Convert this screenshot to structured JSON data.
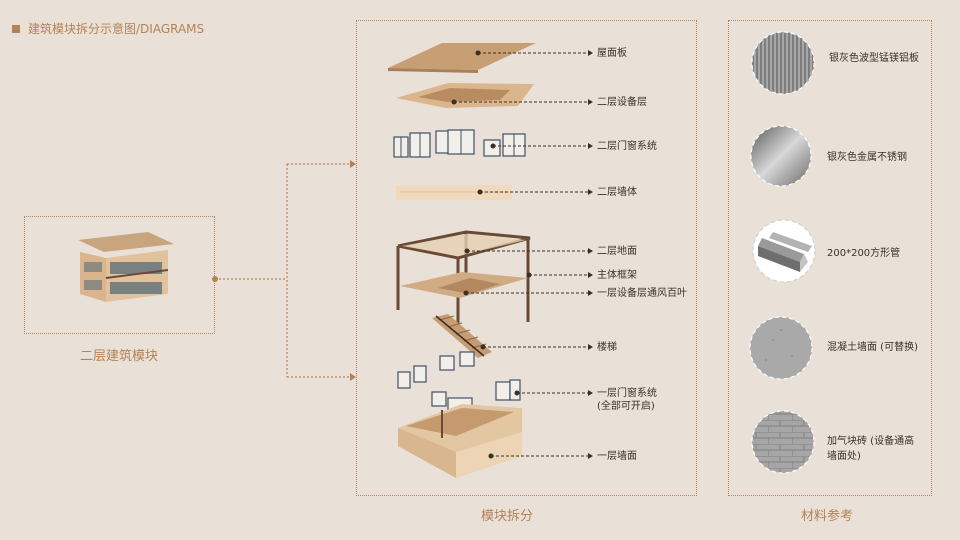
{
  "header": {
    "title": "建筑模块拆分示意图/DIAGRAMS"
  },
  "left": {
    "caption": "二层建筑模块"
  },
  "center": {
    "caption": "模块拆分",
    "labels": [
      {
        "text": "屋面板"
      },
      {
        "text": "二层设备层"
      },
      {
        "text": "二层门窗系统"
      },
      {
        "text": "二层墙体"
      },
      {
        "text": "二层地面"
      },
      {
        "text": "主体框架"
      },
      {
        "text": "一层设备层通风百叶"
      },
      {
        "text": "楼梯"
      },
      {
        "text": "一层门窗系统",
        "sub": "(全部可开启)"
      },
      {
        "text": "一层墙面"
      }
    ]
  },
  "right": {
    "caption": "材料参考",
    "materials": [
      {
        "text": "银灰色波型锰镁铝板",
        "icon": "corrugated-panel-icon"
      },
      {
        "text": "银灰色金属不锈钢",
        "icon": "stainless-steel-icon"
      },
      {
        "text": "200*200方形管",
        "icon": "square-tube-icon"
      },
      {
        "text": "混凝土墙面 (可替换)",
        "icon": "concrete-icon"
      },
      {
        "text": "加气块砖 (设备通高墙面处)",
        "icon": "aerated-brick-icon"
      }
    ]
  },
  "colors": {
    "accent": "#b48255",
    "background": "#e9e1d8",
    "wood": "#d9b48c",
    "frame": "#6b4a35"
  }
}
